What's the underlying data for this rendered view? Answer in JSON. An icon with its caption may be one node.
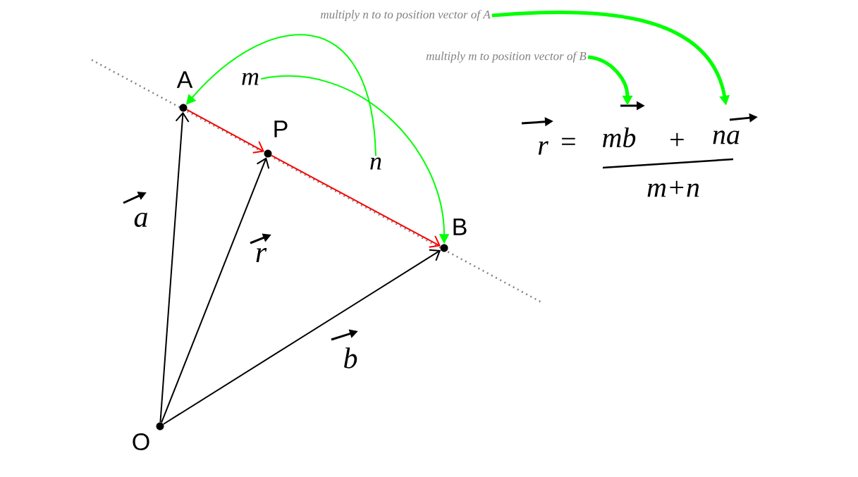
{
  "diagram": {
    "nodes": [
      {
        "text": [
          "A"
        ]
      },
      {
        "text": [
          "P"
        ]
      },
      {
        "text": [
          "B"
        ]
      },
      {
        "text": [
          "O"
        ]
      },
      {
        "text": [
          "m"
        ]
      },
      {
        "text": [
          "n"
        ]
      },
      {
        "text": [
          "multiply n to to position vector of A"
        ]
      },
      {
        "text": [
          "multiply m to position vector of B"
        ]
      },
      {
        "text": [
          "r",
          "=",
          "mb",
          "+",
          "na",
          "m+n"
        ]
      }
    ],
    "edges": [
      {
        "from": 3,
        "to": 0,
        "arrow": "to",
        "color": "#000000"
      },
      {
        "from": 3,
        "to": 1,
        "arrow": "to",
        "color": "#000000"
      },
      {
        "from": 3,
        "to": 2,
        "arrow": "to",
        "color": "#000000"
      },
      {
        "from": 0,
        "to": 1,
        "arrow": "to",
        "color": "#ff0000"
      },
      {
        "from": 1,
        "to": 2,
        "arrow": "to",
        "color": "#ff0000"
      },
      {
        "from": 5,
        "to": 0,
        "arrow": "to",
        "color": "#00ff00"
      },
      {
        "from": 4,
        "to": 2,
        "arrow": "to",
        "color": "#00ff00"
      },
      {
        "from": 6,
        "to": 8,
        "arrow": "to",
        "color": "#00ff00",
        "style": "thick"
      },
      {
        "from": 7,
        "to": 8,
        "arrow": "to",
        "color": "#00ff00",
        "style": "thick"
      }
    ],
    "labels": [
      "a",
      "r",
      "b"
    ]
  }
}
